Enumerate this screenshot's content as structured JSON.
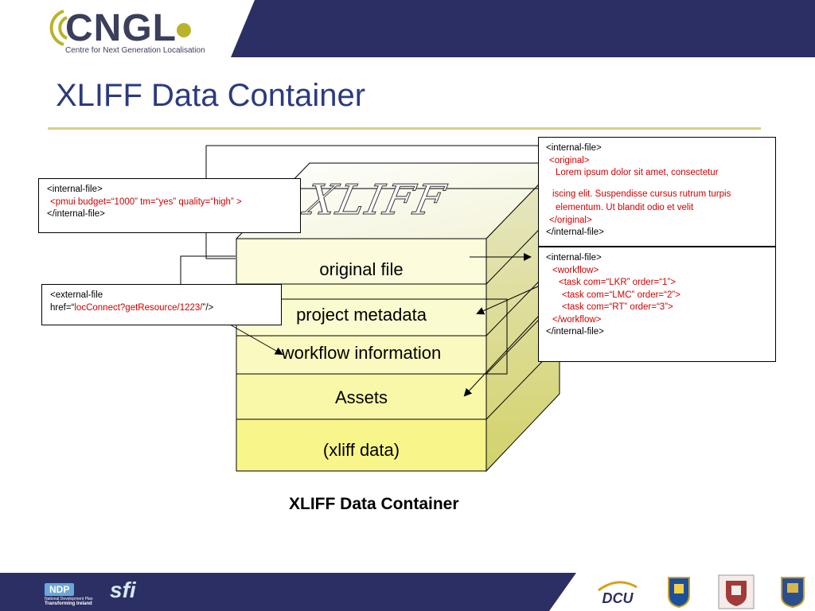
{
  "header": {
    "logo_text": "CNGL",
    "logo_tagline": "Centre for Next Generation Localisation",
    "title": "XLIFF Data Container"
  },
  "colors": {
    "navy": "#2b2f63",
    "title_blue": "#2b3a80",
    "rule": "#d6d08a",
    "layer_fill": "#fbfbd0",
    "layer_fill_dark": "#f8f58a",
    "side_fill": "#d9d98a",
    "code_red": "#d00000"
  },
  "diagram": {
    "watermark": "XLIFF",
    "layers": [
      "original file",
      "project metadata",
      "workflow information",
      "Assets",
      "(xliff data)"
    ],
    "caption": "XLIFF Data Container"
  },
  "callouts": {
    "pmui": {
      "line1": "<internal-file>",
      "line2": "<pmui budget=“1000” tm=“yes” quality=“high” >",
      "line3": "</internal-file>"
    },
    "external": {
      "line1": "<external-file",
      "line2_prefix": "href=“",
      "line2_link": "locConnect?getResource/1223/",
      "line2_suffix": "”/>"
    },
    "original": {
      "line1": "<internal-file>",
      "line2": "<original>",
      "line3": "Lorem ipsum dolor sit amet, consectetur",
      "line4": "iscing elit. Suspendisse cursus rutrum turpis",
      "line5": "elementum. Ut blandit odio et velit",
      "line6": "</original>",
      "line7": "</internal-file>"
    },
    "workflow": {
      "line1": "<internal-file>",
      "line2": "<workflow>",
      "line3": "<task com=“LKR” order=“1”>",
      "line4": "<task com=“LMC” order=“2”>",
      "line5": "<task com=“RT” order=“3”>",
      "line6": "</workflow>",
      "line7": "</internal-file>"
    }
  },
  "footer": {
    "ndp": "NDP",
    "ndp_sub": "National Development Plan",
    "ndp_sub2": "Transforming Ireland",
    "sfi": "sfi",
    "dcu": "DCU",
    "logos": [
      "ndp-logo",
      "sfi-logo",
      "dcu-logo",
      "ucd-crest",
      "tcd-crest",
      "uu-crest"
    ]
  }
}
